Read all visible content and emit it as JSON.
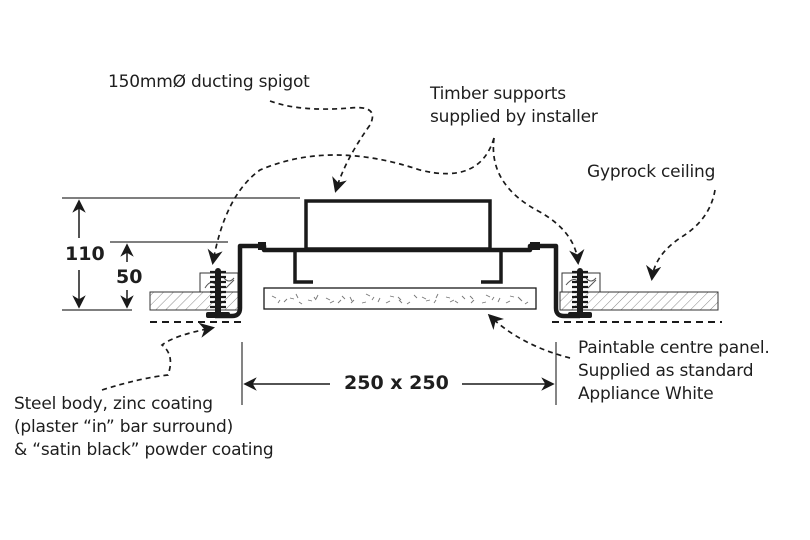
{
  "diagram": {
    "type": "cross-section technical drawing",
    "subject": "ceiling access panel / ventilation grille with ducting spigot",
    "labels": {
      "spigot": "150mmØ ducting spigot",
      "timber": [
        "Timber supports",
        "supplied by installer"
      ],
      "gyprock": "Gyprock ceiling",
      "panel": [
        "Paintable centre panel.",
        "Supplied as standard",
        "Appliance White"
      ],
      "steel": [
        "Steel body, zinc coating",
        "(plaster “in” bar surround)",
        "& “satin black” powder coating"
      ]
    },
    "dimensions": {
      "overall_height": "110",
      "flange_height": "50",
      "opening": "250 x 250"
    },
    "colors": {
      "line": "#1a1a1a",
      "hatch": "#8a8a8a",
      "background": "#ffffff"
    }
  }
}
